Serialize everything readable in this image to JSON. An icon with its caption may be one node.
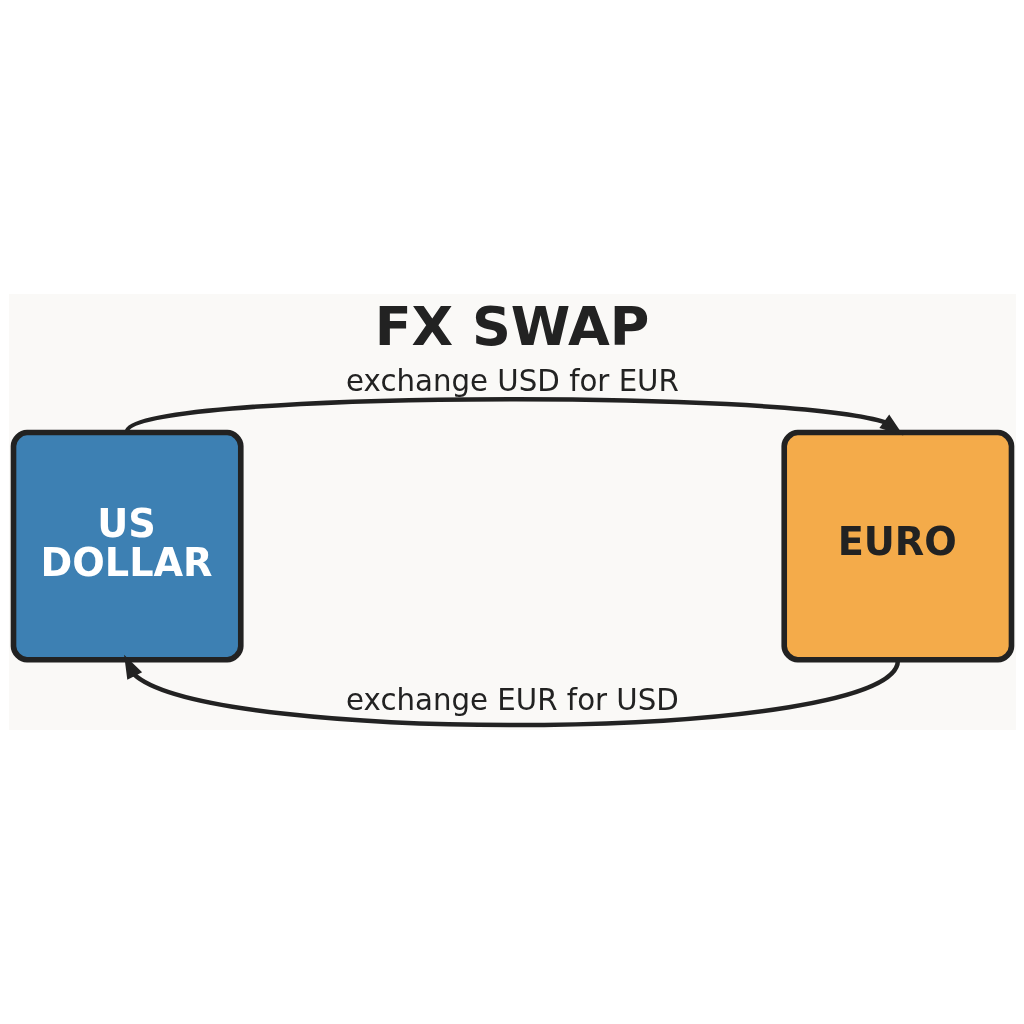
{
  "diagram": {
    "title": "FX SWAP",
    "nodes": [
      {
        "text": [
          "US DOLLAR"
        ]
      },
      {
        "text": [
          "EURO"
        ]
      }
    ],
    "edges": [
      {
        "from": 0,
        "to": 1,
        "arrow": "to",
        "label": "exchange USD for EUR"
      },
      {
        "from": 1,
        "to": 0,
        "arrow": "to",
        "label": "exchange EUR for USD"
      }
    ]
  }
}
